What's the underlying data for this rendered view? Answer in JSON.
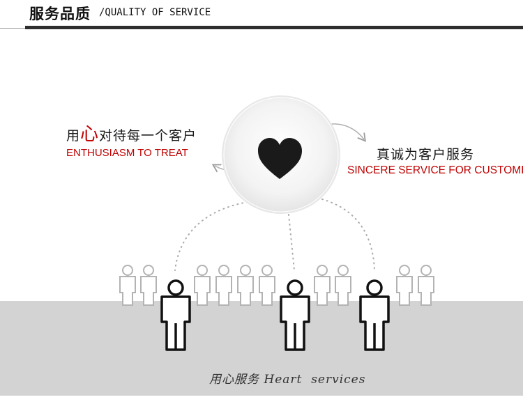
{
  "header": {
    "title_cn": "服务品质",
    "title_en": "/QUALITY OF SERVICE"
  },
  "center": {
    "icon": "heart-icon"
  },
  "left_slogan": {
    "cn_prefix": "用",
    "cn_highlight": "心",
    "cn_suffix": "对待每一个客户",
    "en": "ENTHUSIASM TO TREAT"
  },
  "right_slogan": {
    "cn": "真诚为客户服务",
    "en": "SINCERE SERVICE FOR CUSTOMERS"
  },
  "caption": {
    "cn": "用心服务",
    "en": "Heart  services"
  },
  "colors": {
    "accent_red": "#c00000",
    "heart": "#1a1a1a",
    "floor": "#d3d3d3",
    "header_bar": "#2e2e2e"
  }
}
